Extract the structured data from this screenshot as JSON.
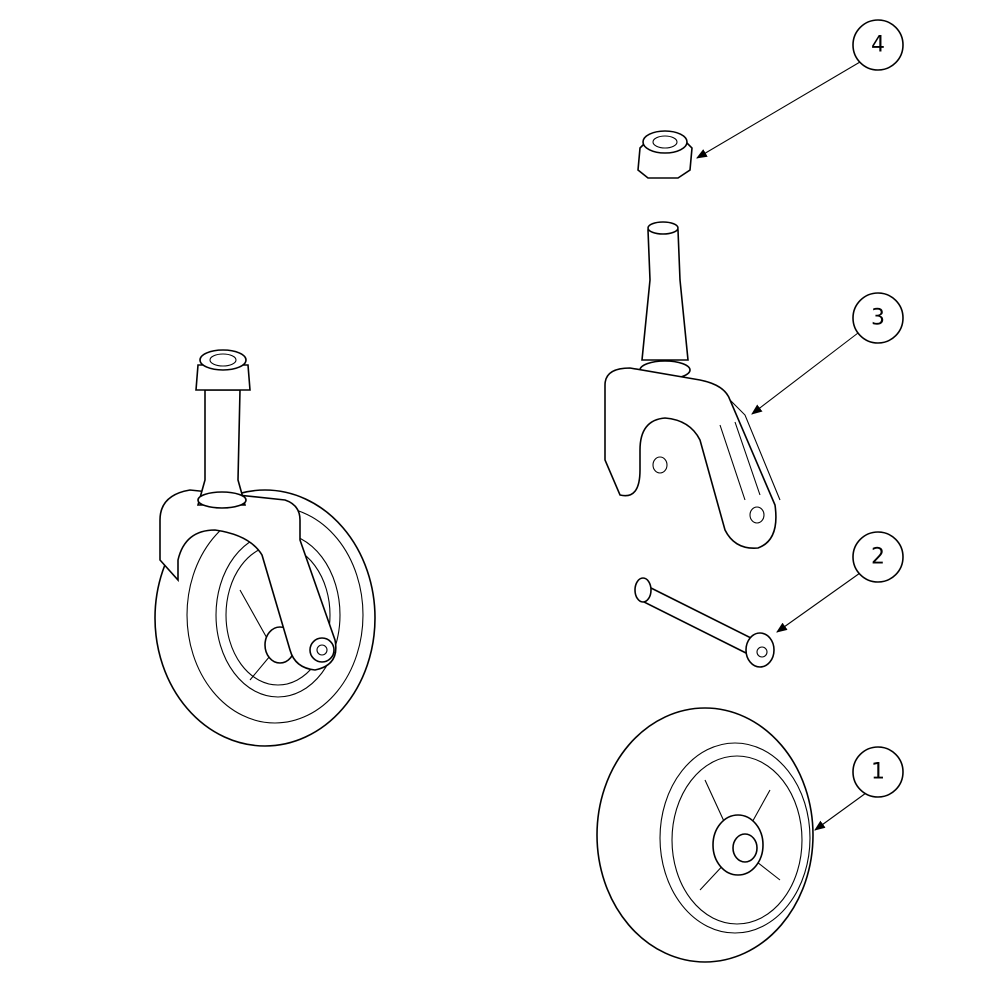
{
  "diagram": {
    "type": "exploded-assembly",
    "assembled_view": "caster-wheel-assembly",
    "callouts": [
      {
        "number": "1",
        "part": "wheel"
      },
      {
        "number": "2",
        "part": "axle-bolt"
      },
      {
        "number": "3",
        "part": "caster-fork"
      },
      {
        "number": "4",
        "part": "lock-nut"
      }
    ]
  }
}
